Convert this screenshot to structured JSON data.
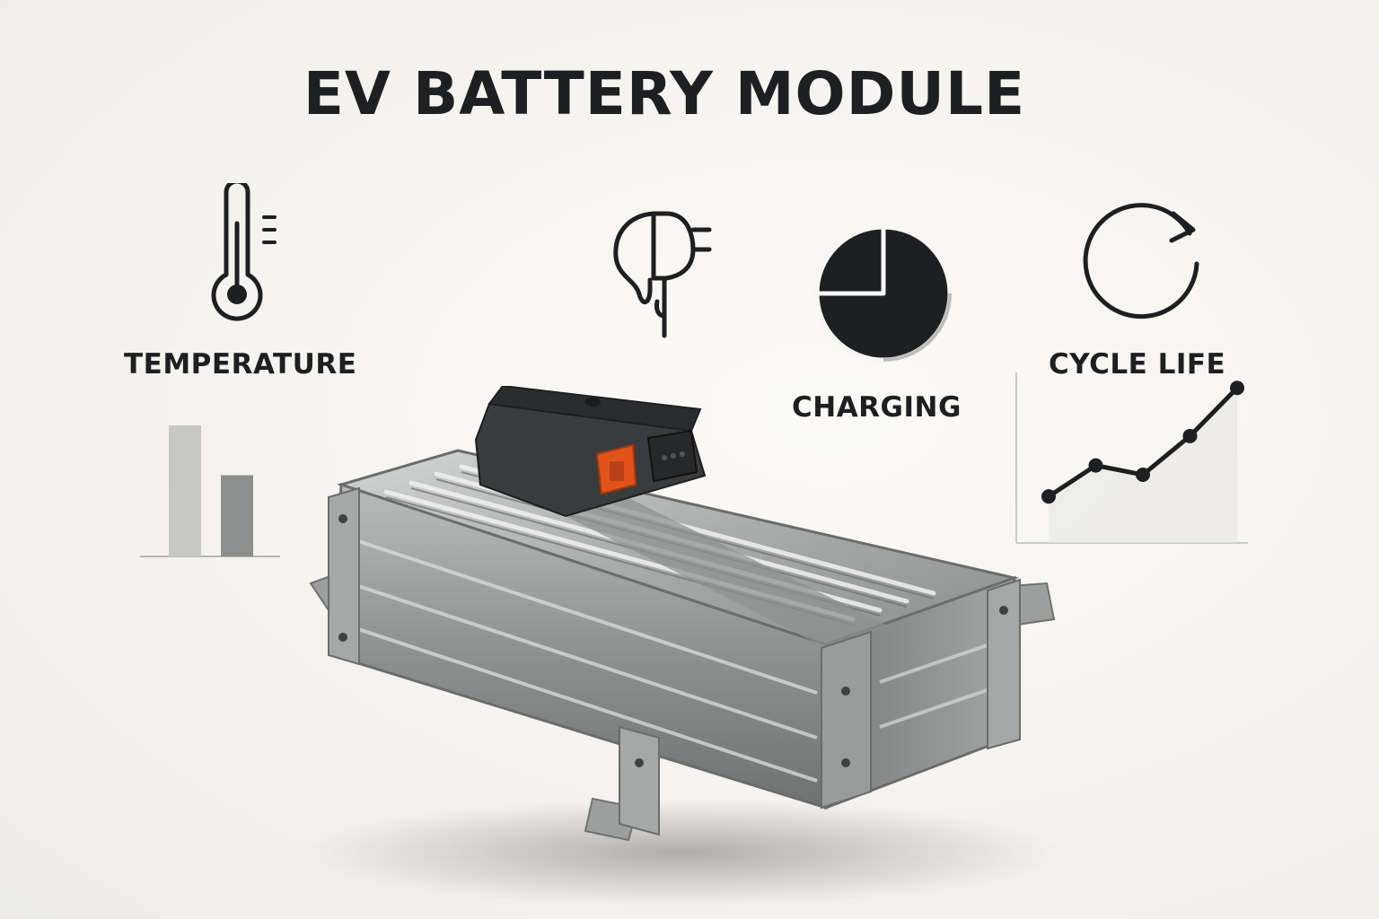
{
  "title": "EV BATTERY MODULE",
  "metrics": {
    "temperature": {
      "label": "TEMPERATURE",
      "icon": "thermometer-icon"
    },
    "charging": {
      "label": "CHARGING",
      "icons": [
        "plug-icon",
        "pie-chart-icon"
      ]
    },
    "cycle_life": {
      "label": "CYCLE LIFE",
      "icon": "refresh-cycle-icon"
    }
  },
  "colors": {
    "ink": "#1d1f22",
    "metal": "#a8aaa9",
    "connector": "#2b2c2e",
    "accent_orange": "#e2531c"
  },
  "chart_data": [
    {
      "type": "bar",
      "categories": [
        "",
        ""
      ],
      "values": [
        1.0,
        0.62
      ],
      "ylim": [
        0,
        1
      ],
      "grid": false
    },
    {
      "type": "line",
      "x": [
        1,
        2,
        3,
        4,
        5
      ],
      "values": [
        0.3,
        0.5,
        0.44,
        0.69,
        1.0
      ],
      "ylim": [
        0,
        1.1
      ],
      "grid": false
    },
    {
      "type": "pie",
      "values": [
        75,
        25
      ],
      "grid": false
    }
  ]
}
